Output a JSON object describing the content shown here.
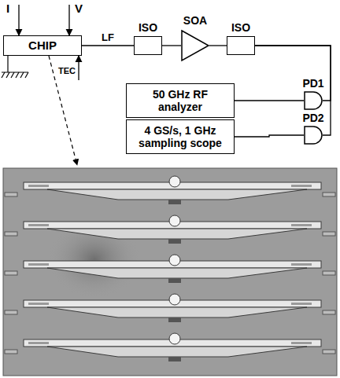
{
  "diagram": {
    "nodes": [
      {
        "text": [
          "CHIP"
        ]
      },
      {
        "text": [
          "ISO"
        ]
      },
      {
        "text": [
          "SOA"
        ]
      },
      {
        "text": [
          "ISO"
        ]
      },
      {
        "text": [
          "50 GHz RF analyzer"
        ]
      },
      {
        "text": [
          "PD1"
        ]
      },
      {
        "text": [
          "4 GS/s, 1 GHz sampling scope"
        ]
      },
      {
        "text": [
          "PD2"
        ]
      }
    ],
    "edges": [
      {
        "from": 0,
        "to": 1,
        "label": "LF",
        "arrow": "none"
      },
      {
        "from": 1,
        "to": 2,
        "arrow": "none"
      },
      {
        "from": 2,
        "to": 3,
        "arrow": "none"
      },
      {
        "from": 3,
        "to": 5,
        "arrow": "none"
      },
      {
        "from": 3,
        "to": 7,
        "arrow": "none"
      },
      {
        "from": 5,
        "to": 4,
        "arrow": "none"
      },
      {
        "from": 7,
        "to": 6,
        "arrow": "none"
      }
    ],
    "labels": [
      "I",
      "V",
      "TEC"
    ]
  }
}
